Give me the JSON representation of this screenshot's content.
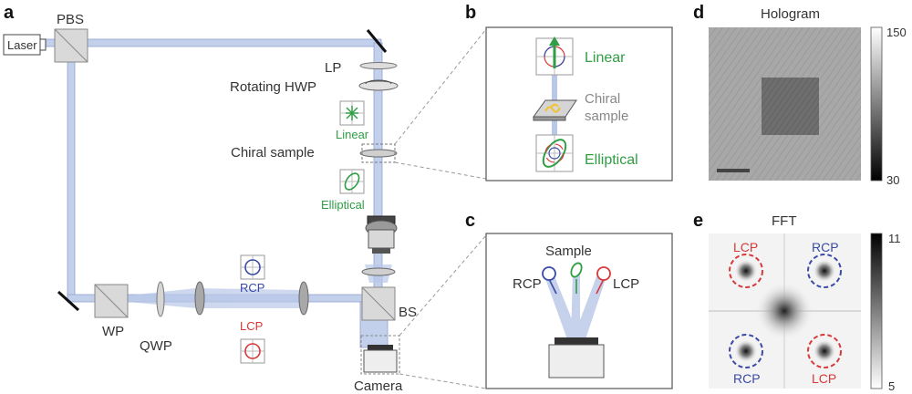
{
  "panels": {
    "a": {
      "letter": "a",
      "labels": {
        "pbs": "PBS",
        "laser": "Laser",
        "lp": "LP",
        "rotating_hwp": "Rotating HWP",
        "linear": "Linear",
        "chiral_sample": "Chiral sample",
        "elliptical": "Elliptical",
        "rcp": "RCP",
        "lcp": "LCP",
        "bs": "BS",
        "wp": "WP",
        "qwp": "QWP",
        "camera": "Camera"
      }
    },
    "b": {
      "letter": "b",
      "labels": {
        "linear": "Linear",
        "chiral_line1": "Chiral",
        "chiral_line2": "sample",
        "elliptical": "Elliptical"
      }
    },
    "c": {
      "letter": "c",
      "labels": {
        "sample": "Sample",
        "rcp": "RCP",
        "lcp": "LCP"
      }
    },
    "d": {
      "letter": "d",
      "title": "Hologram",
      "colorbar_max": "150",
      "colorbar_min": "30"
    },
    "e": {
      "letter": "e",
      "title": "FFT",
      "colorbar_max": "11",
      "colorbar_min": "5",
      "labels": {
        "lcp_top": "LCP",
        "rcp_top": "RCP",
        "rcp_bottom": "RCP",
        "lcp_bottom": "LCP"
      }
    }
  },
  "colors": {
    "beam": "#b9c8e8",
    "beam_edge": "#7f93c6",
    "linear_green": "#2f9e44",
    "rcp_blue": "#3a4aa6",
    "lcp_red": "#d63a3a",
    "sample_yellow": "#f2c230",
    "text_grey": "#888888"
  }
}
